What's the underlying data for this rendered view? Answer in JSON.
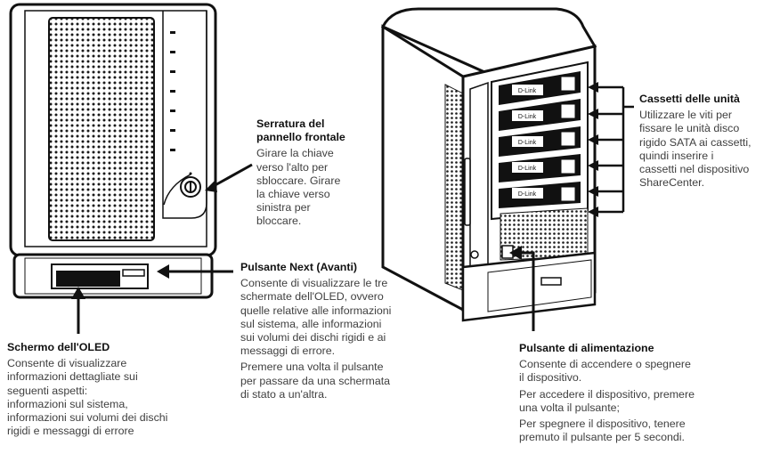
{
  "callouts": {
    "lock": {
      "title": "Serratura del\npannello frontale",
      "body": [
        "Girare la chiave\nverso l'alto per\nsbloccare. Girare\nla chiave verso\nsinistra per\nbloccare."
      ]
    },
    "next": {
      "title": "Pulsante Next (Avanti)",
      "body": [
        "Consente di visualizzare le tre\nschermate dell'OLED, ovvero\nquelle relative alle informazioni\nsul sistema, alle informazioni\nsui volumi dei dischi rigidi e ai\nmessaggi di errore.",
        "Premere una volta il pulsante\nper passare da una schermata\ndi stato a un'altra."
      ]
    },
    "oled": {
      "title": "Schermo dell'OLED",
      "body": [
        "Consente di visualizzare\ninformazioni dettagliate sui\nseguenti aspetti:",
        "informazioni sul sistema,\ninformazioni sui volumi dei dischi\nrigidi e messaggi di errore"
      ]
    },
    "drives": {
      "title": "Cassetti delle unità",
      "body": [
        "Utilizzare le viti per\nfissare le unità disco\nrigido SATA ai cassetti,\nquindi inserire i\ncassetti nel dispositivo\nShareCenter."
      ]
    },
    "power": {
      "title": "Pulsante di alimentazione",
      "body": [
        "Consente di accendere o spegnere\nil dispositivo.",
        "Per accedere il dispositivo, premere\nuna volta il pulsante;",
        "Per spegnere il dispositivo, tenere\npremuto il pulsante per 5 secondi."
      ]
    }
  },
  "tray_label": "D-Link"
}
